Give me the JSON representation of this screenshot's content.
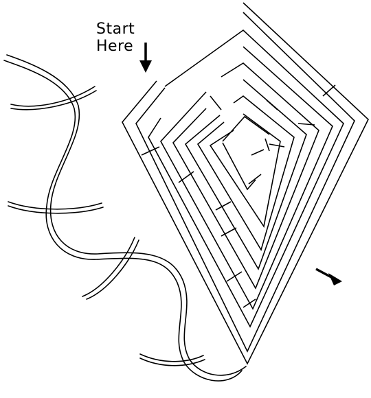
{
  "puzzle": {
    "type": "kite maze",
    "start_label_line1": "Start",
    "start_label_line2": "Here",
    "ink_color": "#000000",
    "background_color": "#ffffff"
  }
}
